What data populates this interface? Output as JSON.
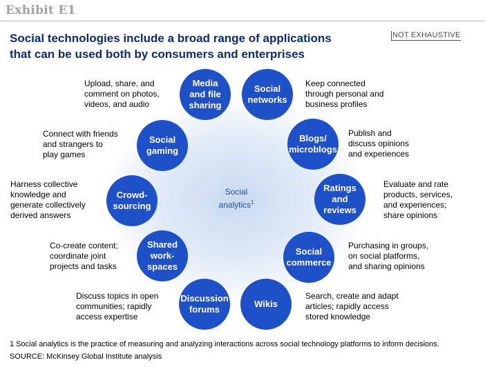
{
  "exhibit": "Exhibit E1",
  "title": {
    "line1": "Social technologies include a broad range of applications",
    "line2": "that can be used both by consumers and enterprises"
  },
  "badge": "NOT EXHAUSTIVE",
  "center": {
    "line1": "Social",
    "line2": "analytics",
    "footnote_mark": "1"
  },
  "nodes": [
    {
      "label": "Media\nand file\nsharing",
      "description": "Upload, share, and\ncomment on photos,\nvideos, and audio"
    },
    {
      "label": "Social\nnetworks",
      "description": "Keep connected\nthrough personal and\nbusiness profiles"
    },
    {
      "label": "Blogs/\nmicroblogs",
      "description": "Publish and\ndiscuss opinions\nand experiences"
    },
    {
      "label": "Ratings\nand\nreviews",
      "description": "Evaluate and rate\nproducts, services,\nand experiences;\nshare opinions"
    },
    {
      "label": "Social\ncommerce",
      "description": "Purchasing in groups,\non social platforms,\nand sharing opinions"
    },
    {
      "label": "Wikis",
      "description": "Search, create and adapt\narticles; rapidly access\nstored knowledge"
    },
    {
      "label": "Discussion\nforums",
      "description": "Discuss topics in open\ncommunities; rapidly\naccess expertise"
    },
    {
      "label": "Shared\nwork-\nspaces",
      "description": "Co-create content;\ncoordinate joint\nprojects and tasks"
    },
    {
      "label": "Crowd-\nsourcing",
      "description": "Harness collective\nknowledge and\ngenerate collectively\nderived answers"
    },
    {
      "label": "Social\ngaming",
      "description": "Connect with friends\nand strangers to\nplay games"
    }
  ],
  "footnote": "1  Social analytics is the practice of measuring and analyzing interactions across social technology platforms to inform decisions.",
  "source": "SOURCE: McKinsey Global Institute analysis"
}
